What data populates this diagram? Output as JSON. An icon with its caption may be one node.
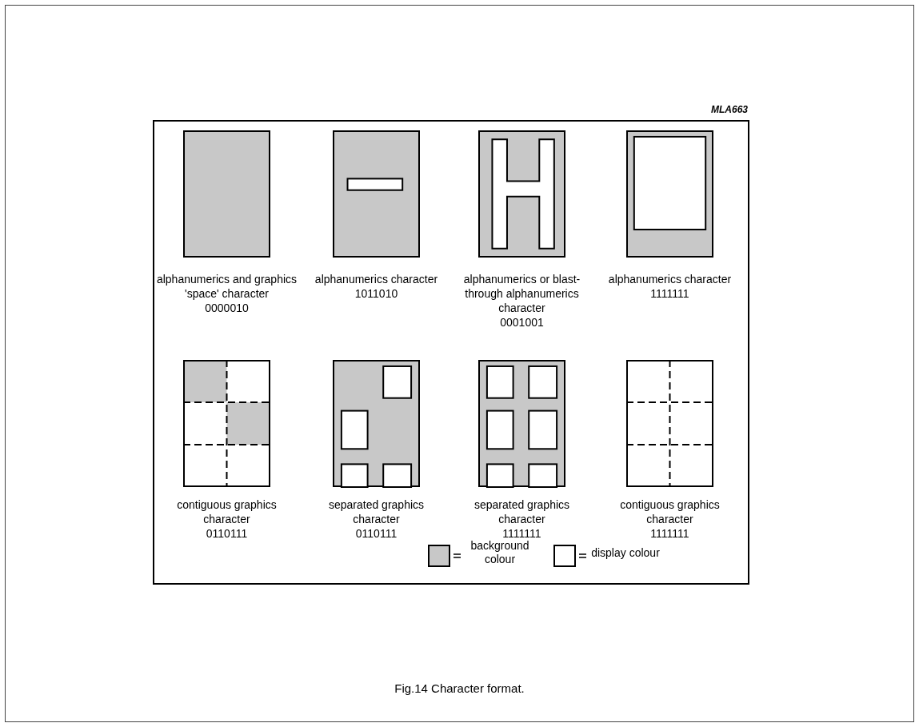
{
  "diagram": {
    "caption": "Fig.14 Character format.",
    "nodes": [
      {
        "text": [
          "alphanumerics and graphics 'space' character",
          "0000010"
        ]
      },
      {
        "text": [
          "alphanumerics character",
          "1011010"
        ]
      },
      {
        "text": [
          "alphanumerics or blast-through alphanumerics character",
          "0001001"
        ]
      },
      {
        "text": [
          "alphanumerics character",
          "1111111"
        ]
      },
      {
        "text": [
          "contiguous graphics character",
          "0110111"
        ]
      },
      {
        "text": [
          "separated graphics character",
          "0110111"
        ]
      },
      {
        "text": [
          "separated graphics character",
          "1111111"
        ]
      },
      {
        "text": [
          "contiguous graphics character",
          "1111111"
        ]
      }
    ],
    "labels": [
      "MLA663"
    ],
    "legend": [
      {
        "text": "background colour",
        "color": "#c8c8c8"
      },
      {
        "text": "display colour",
        "color": "#ffffff"
      }
    ]
  }
}
